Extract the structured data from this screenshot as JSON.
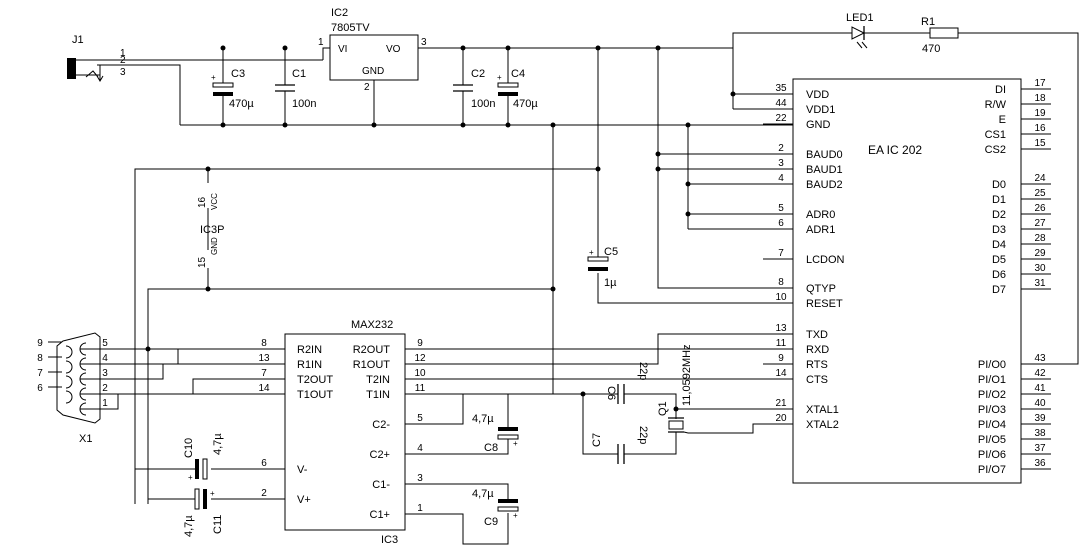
{
  "j1": {
    "ref": "J1",
    "pins": [
      "1",
      "2",
      "3"
    ]
  },
  "ic2": {
    "ref": "IC2",
    "part": "7805TV",
    "vi": "VI",
    "vo": "VO",
    "gnd": "GND",
    "p1": "1",
    "p2": "2",
    "p3": "3"
  },
  "c3": {
    "ref": "C3",
    "val": "470µ"
  },
  "c1": {
    "ref": "C1",
    "val": "100n"
  },
  "c2": {
    "ref": "C2",
    "val": "100n"
  },
  "c4": {
    "ref": "C4",
    "val": "470µ"
  },
  "c5": {
    "ref": "C5",
    "val": "1µ"
  },
  "c6": {
    "ref": "C6",
    "val": "22p"
  },
  "c7": {
    "ref": "C7",
    "val": "22p"
  },
  "c8": {
    "ref": "C8",
    "val": "4,7µ"
  },
  "c9": {
    "ref": "C9",
    "val": "4,7µ"
  },
  "c10": {
    "ref": "C10",
    "val": "4,7µ"
  },
  "c11": {
    "ref": "C11",
    "val": "4,7µ"
  },
  "led1": {
    "ref": "LED1"
  },
  "r1": {
    "ref": "R1",
    "val": "470"
  },
  "q1": {
    "ref": "Q1",
    "val": "11,0592MHz"
  },
  "ic3p": {
    "ref": "IC3P",
    "vcc_pin": "16",
    "vcc": "VCC",
    "gnd_pin": "15",
    "gnd": "GND"
  },
  "max232": {
    "part": "MAX232",
    "ref": "IC3",
    "left": [
      {
        "name": "R2IN",
        "pin": "8"
      },
      {
        "name": "R1IN",
        "pin": "13"
      },
      {
        "name": "T2OUT",
        "pin": "7"
      },
      {
        "name": "T1OUT",
        "pin": "14"
      },
      {
        "name": "V-",
        "pin": "6"
      },
      {
        "name": "V+",
        "pin": "2"
      }
    ],
    "right": [
      {
        "name": "R2OUT",
        "pin": "9"
      },
      {
        "name": "R1OUT",
        "pin": "12"
      },
      {
        "name": "T2IN",
        "pin": "10"
      },
      {
        "name": "T1IN",
        "pin": "11"
      },
      {
        "name": "C2-",
        "pin": "5"
      },
      {
        "name": "C2+",
        "pin": "4"
      },
      {
        "name": "C1-",
        "pin": "3"
      },
      {
        "name": "C1+",
        "pin": "1"
      }
    ]
  },
  "x1": {
    "ref": "X1",
    "left_pins": [
      "9",
      "8",
      "7",
      "6"
    ],
    "right_pins": [
      "5",
      "4",
      "3",
      "2",
      "1"
    ]
  },
  "eaic": {
    "title": "EA IC 202",
    "left": [
      {
        "name": "VDD",
        "pin": "35"
      },
      {
        "name": "VDD1",
        "pin": "44"
      },
      {
        "name": "GND",
        "pin": "22"
      },
      {
        "name": "BAUD0",
        "pin": "2"
      },
      {
        "name": "BAUD1",
        "pin": "3"
      },
      {
        "name": "BAUD2",
        "pin": "4"
      },
      {
        "name": "ADR0",
        "pin": "5"
      },
      {
        "name": "ADR1",
        "pin": "6"
      },
      {
        "name": "LCDON",
        "pin": "7"
      },
      {
        "name": "QTYP",
        "pin": "8"
      },
      {
        "name": "RESET",
        "pin": "10"
      },
      {
        "name": "TXD",
        "pin": "13"
      },
      {
        "name": "RXD",
        "pin": "11"
      },
      {
        "name": "RTS",
        "pin": "9"
      },
      {
        "name": "CTS",
        "pin": "14"
      },
      {
        "name": "XTAL1",
        "pin": "21"
      },
      {
        "name": "XTAL2",
        "pin": "20"
      }
    ],
    "right": [
      {
        "name": "DI",
        "pin": "17"
      },
      {
        "name": "R/W",
        "pin": "18"
      },
      {
        "name": "E",
        "pin": "19"
      },
      {
        "name": "CS1",
        "pin": "16"
      },
      {
        "name": "CS2",
        "pin": "15"
      },
      {
        "name": "D0",
        "pin": "24"
      },
      {
        "name": "D1",
        "pin": "25"
      },
      {
        "name": "D2",
        "pin": "26"
      },
      {
        "name": "D3",
        "pin": "27"
      },
      {
        "name": "D4",
        "pin": "28"
      },
      {
        "name": "D5",
        "pin": "29"
      },
      {
        "name": "D6",
        "pin": "30"
      },
      {
        "name": "D7",
        "pin": "31"
      },
      {
        "name": "PI/O0",
        "pin": "43"
      },
      {
        "name": "PI/O1",
        "pin": "42"
      },
      {
        "name": "PI/O2",
        "pin": "41"
      },
      {
        "name": "PI/O3",
        "pin": "40"
      },
      {
        "name": "PI/O4",
        "pin": "39"
      },
      {
        "name": "PI/O5",
        "pin": "38"
      },
      {
        "name": "PI/O6",
        "pin": "37"
      },
      {
        "name": "PI/O7",
        "pin": "36"
      }
    ]
  }
}
